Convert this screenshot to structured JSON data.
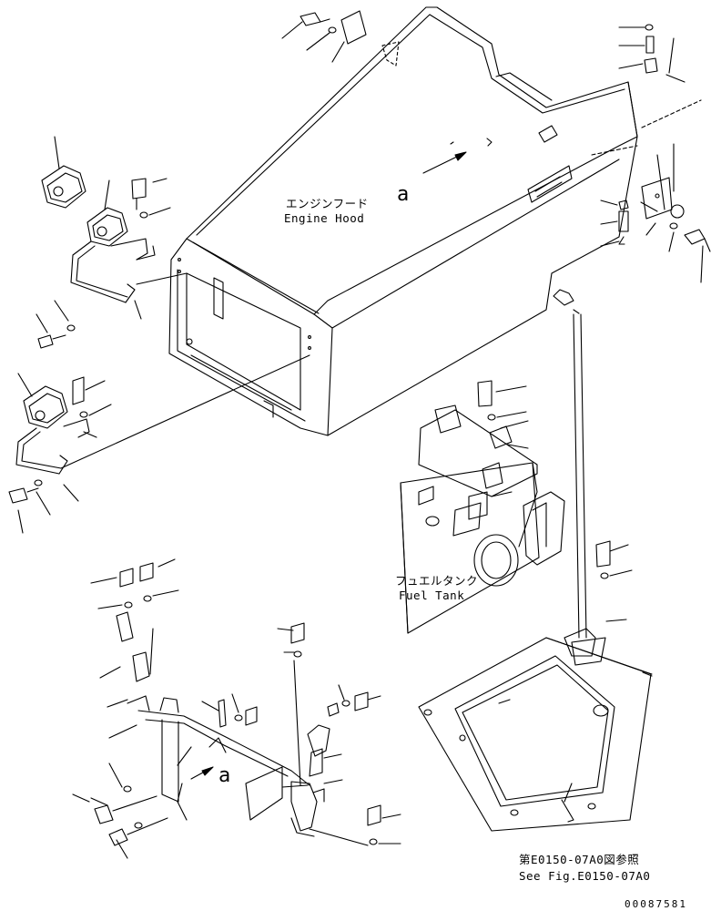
{
  "labels": {
    "engine_hood_jp": "エンジンフード",
    "engine_hood_en": "Engine Hood",
    "fuel_tank_jp": "フュエルタンク",
    "fuel_tank_en": "Fuel Tank",
    "see_fig_jp": "第E0150-07A0図参照",
    "see_fig_en": "See Fig.E0150-07A0",
    "callout_a_top": "a",
    "callout_a_bottom": "a",
    "doc_number": "00087581"
  }
}
